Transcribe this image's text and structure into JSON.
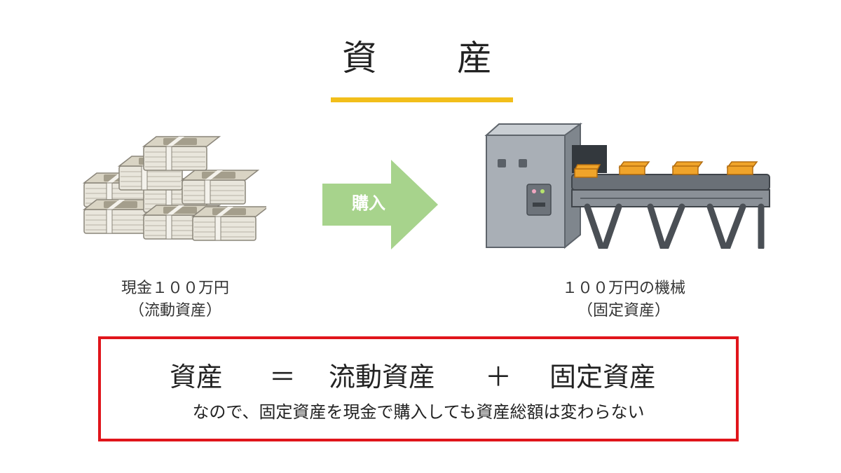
{
  "title": {
    "char1": "資",
    "char2": "産"
  },
  "colors": {
    "accent_underline": "#F2BE1A",
    "arrow": "#A7D38C",
    "box_border": "#E0151B"
  },
  "left_item": {
    "icon": "cash-stack-icon",
    "line1": "現金１００万円",
    "line2": "（流動資産）"
  },
  "arrow": {
    "label": "購入"
  },
  "right_item": {
    "icon": "machine-conveyor-icon",
    "line1": "１００万円の機械",
    "line2": "（固定資産）"
  },
  "equation": {
    "lhs": "資産",
    "equals": "＝",
    "term1": "流動資産",
    "plus": "＋",
    "term2": "固定資産"
  },
  "note": "なので、固定資産を現金で購入しても資産総額は変わらない"
}
